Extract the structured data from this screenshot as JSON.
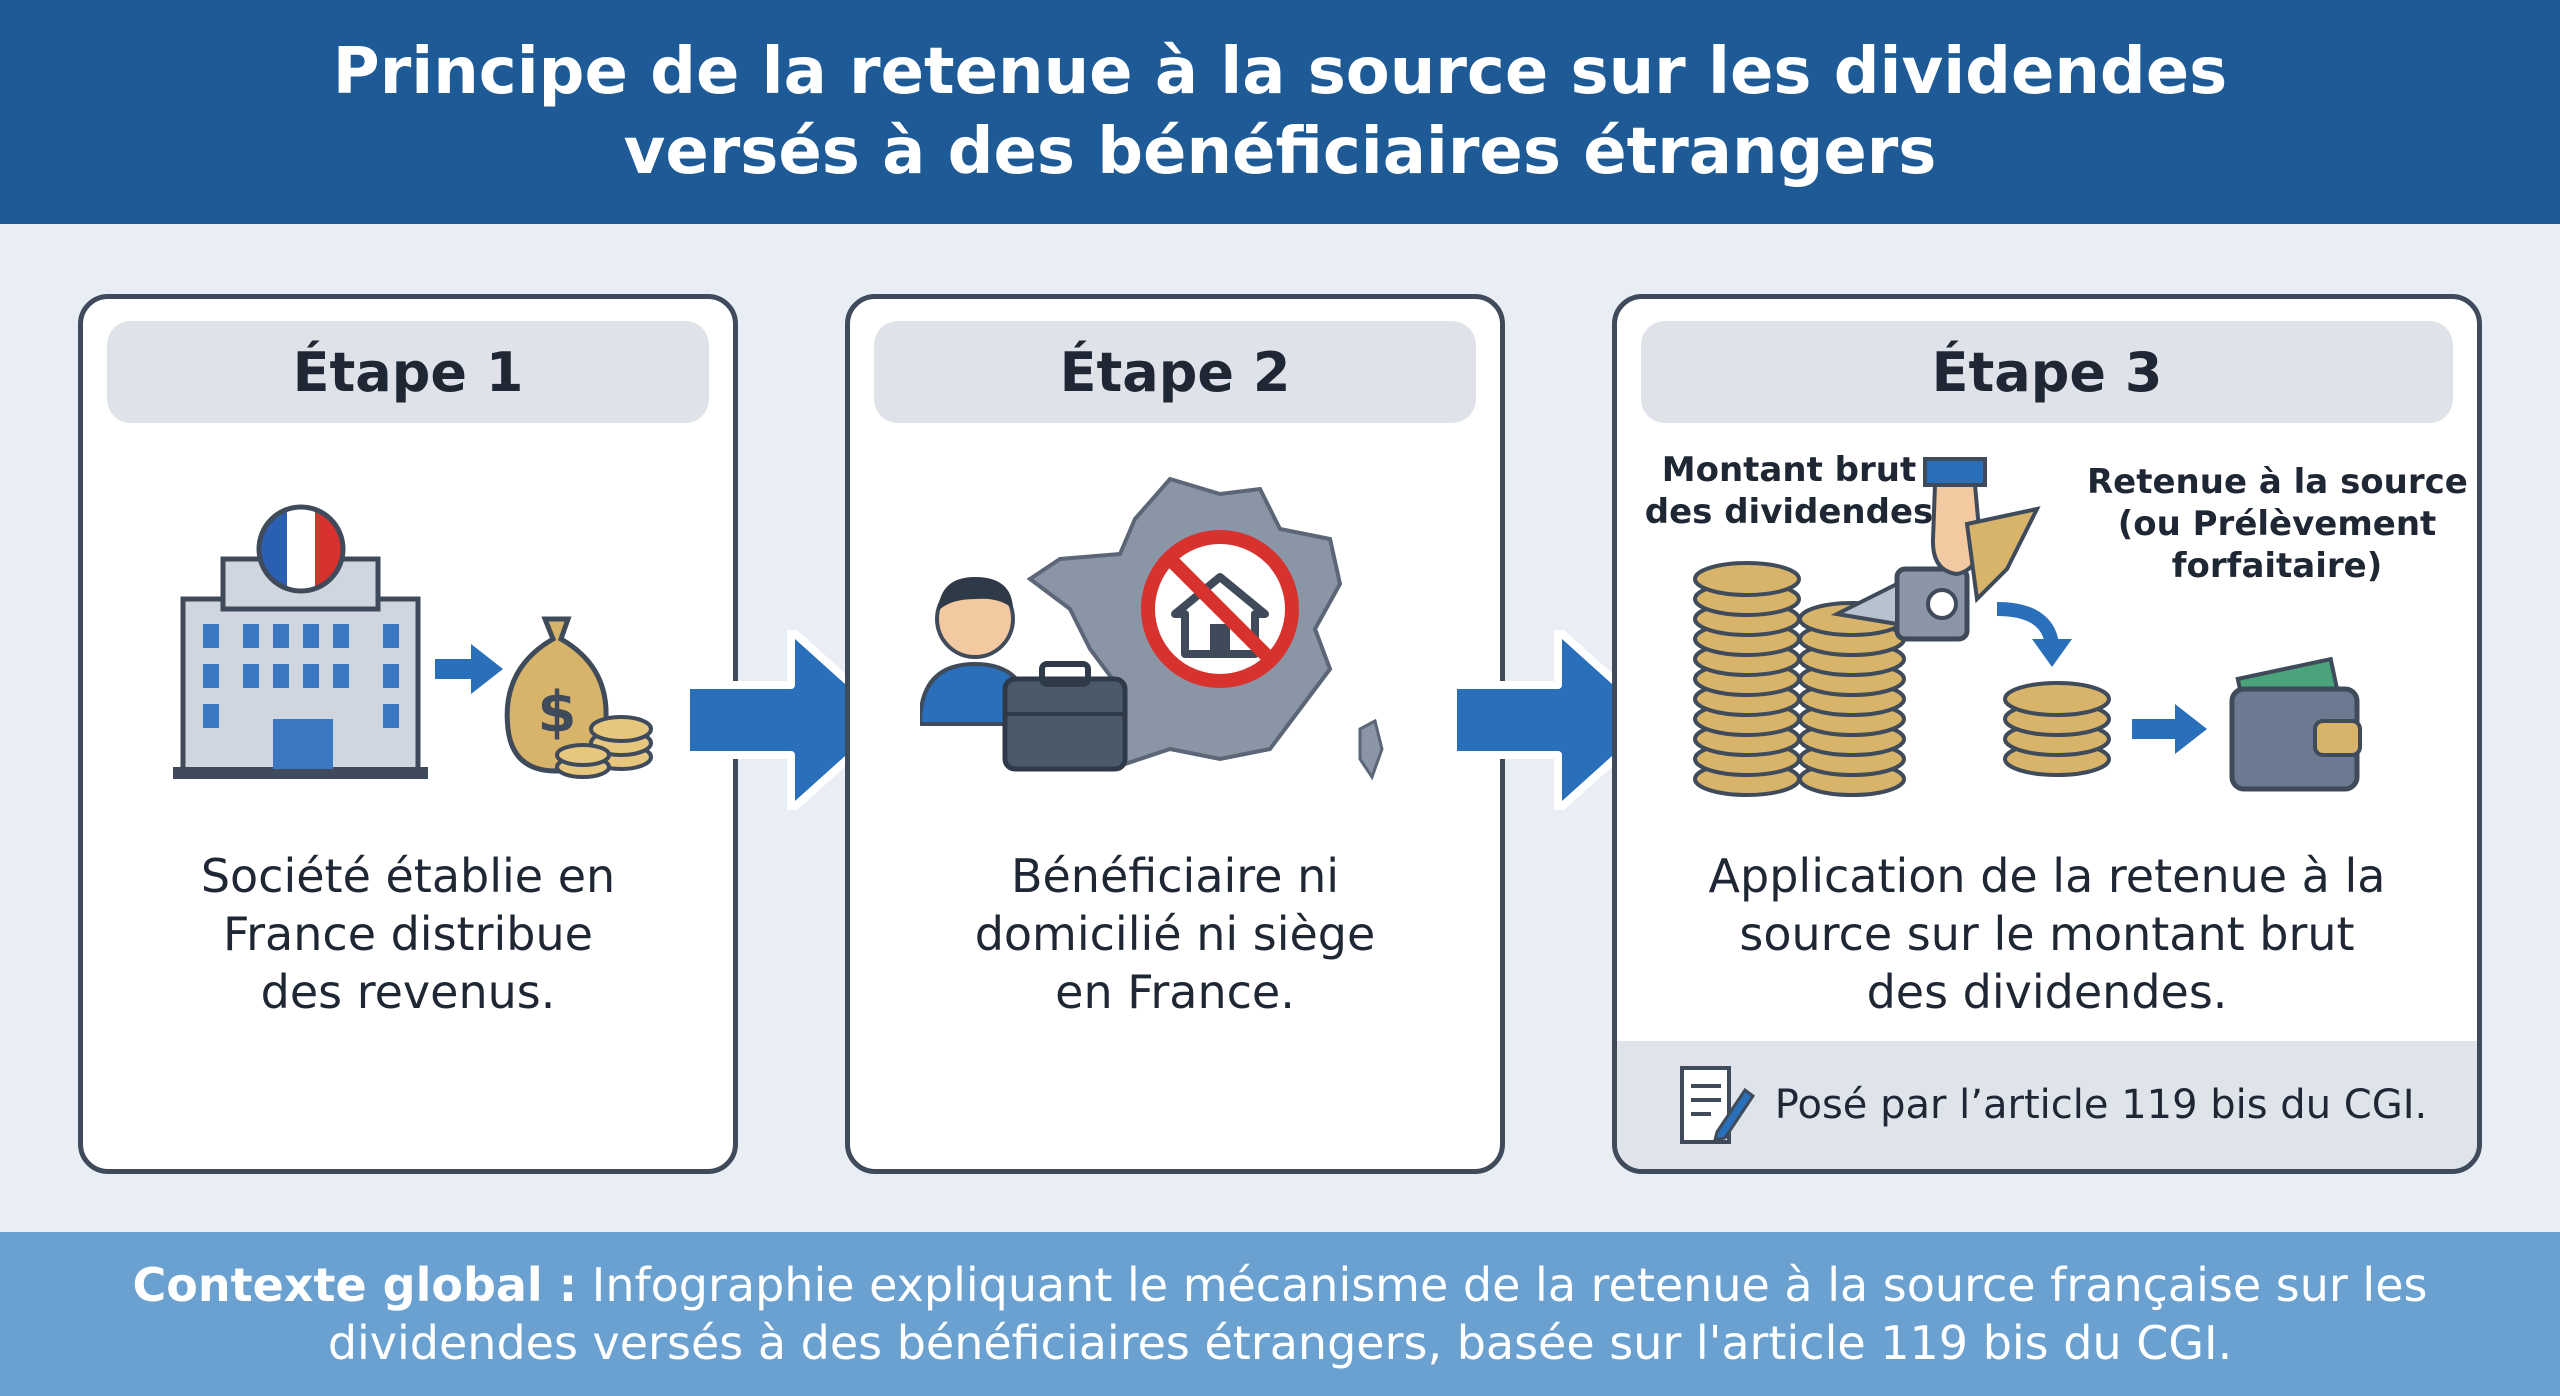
{
  "header": {
    "title_line1": "Principe de la retenue à la source sur les dividendes",
    "title_line2": "versés à des bénéficiaires étrangers"
  },
  "steps": [
    {
      "title": "Étape 1",
      "text_lines": [
        "Société établie en",
        "France distribue",
        "des revenus."
      ],
      "icons": [
        "building-icon",
        "french-flag-icon",
        "money-bag-icon",
        "coins-icon",
        "arrow-right-icon"
      ]
    },
    {
      "title": "Étape 2",
      "text_lines": [
        "Bénéficiaire ni",
        "domicilié ni siège",
        "en France."
      ],
      "icons": [
        "person-icon",
        "briefcase-icon",
        "france-map-icon",
        "no-home-icon"
      ]
    },
    {
      "title": "Étape 3",
      "text_lines": [
        "Application de la retenue à la",
        "source sur le montant brut",
        "des dividendes."
      ],
      "label_gross": [
        "Montant brut",
        "des dividendes"
      ],
      "label_withholding": [
        "Retenue à la source",
        "(ou Prélèvement",
        "forfaitaire)"
      ],
      "footer": "Posé par l’article 119 bis du CGI.",
      "icons": [
        "coin-stack-icon",
        "cutter-icon",
        "hand-icon",
        "wallet-icon",
        "document-pen-icon"
      ]
    }
  ],
  "context": {
    "label": "Contexte global :",
    "line1": " Infographie expliquant le mécanisme de la retenue à la source française sur les",
    "line2": "dividendes versés à des bénéficiaires étrangers, basée sur l'article 119 bis du CGI."
  },
  "colors": {
    "header_bg": "#1d5a96",
    "context_bg": "#6aa1d0",
    "arrow_blue": "#2a6fba",
    "panel_border": "#3f4b5a",
    "coin_gold": "#d8b46a"
  }
}
